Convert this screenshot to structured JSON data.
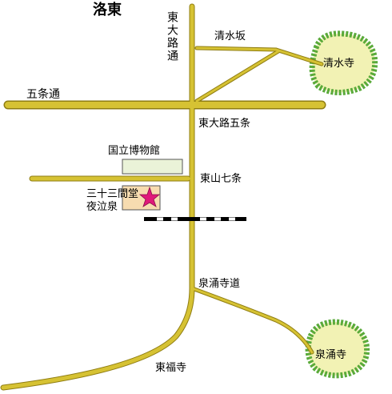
{
  "title": "洛東",
  "colors": {
    "road": "#d6c233",
    "road_edge": "#8f7d12",
    "green_outer": "#5aaa3a",
    "green_inner": "#f2f2b4",
    "museum_fill": "#eaf3d8",
    "sanjusangendo_fill": "#f7dcb0",
    "star": "#e0197a",
    "rail": "#000000"
  },
  "labels": {
    "higashioji_dori": "東大路通",
    "kiyomizuzaka": "清水坂",
    "kiyomizudera": "清水寺",
    "gojo_dori": "五条通",
    "higashioji_gojo": "東大路五条",
    "national_museum": "国立博物館",
    "higashiyama_shichijo": "東山七条",
    "sanjusangendo": "三十三間堂",
    "yonakisen": "夜泣泉",
    "sennyuji_michi": "泉涌寺道",
    "sennyuji": "泉涌寺",
    "tofukuji": "東福寺"
  },
  "icons": {
    "target_marker": "star-icon",
    "railway": "railway-track-icon"
  }
}
